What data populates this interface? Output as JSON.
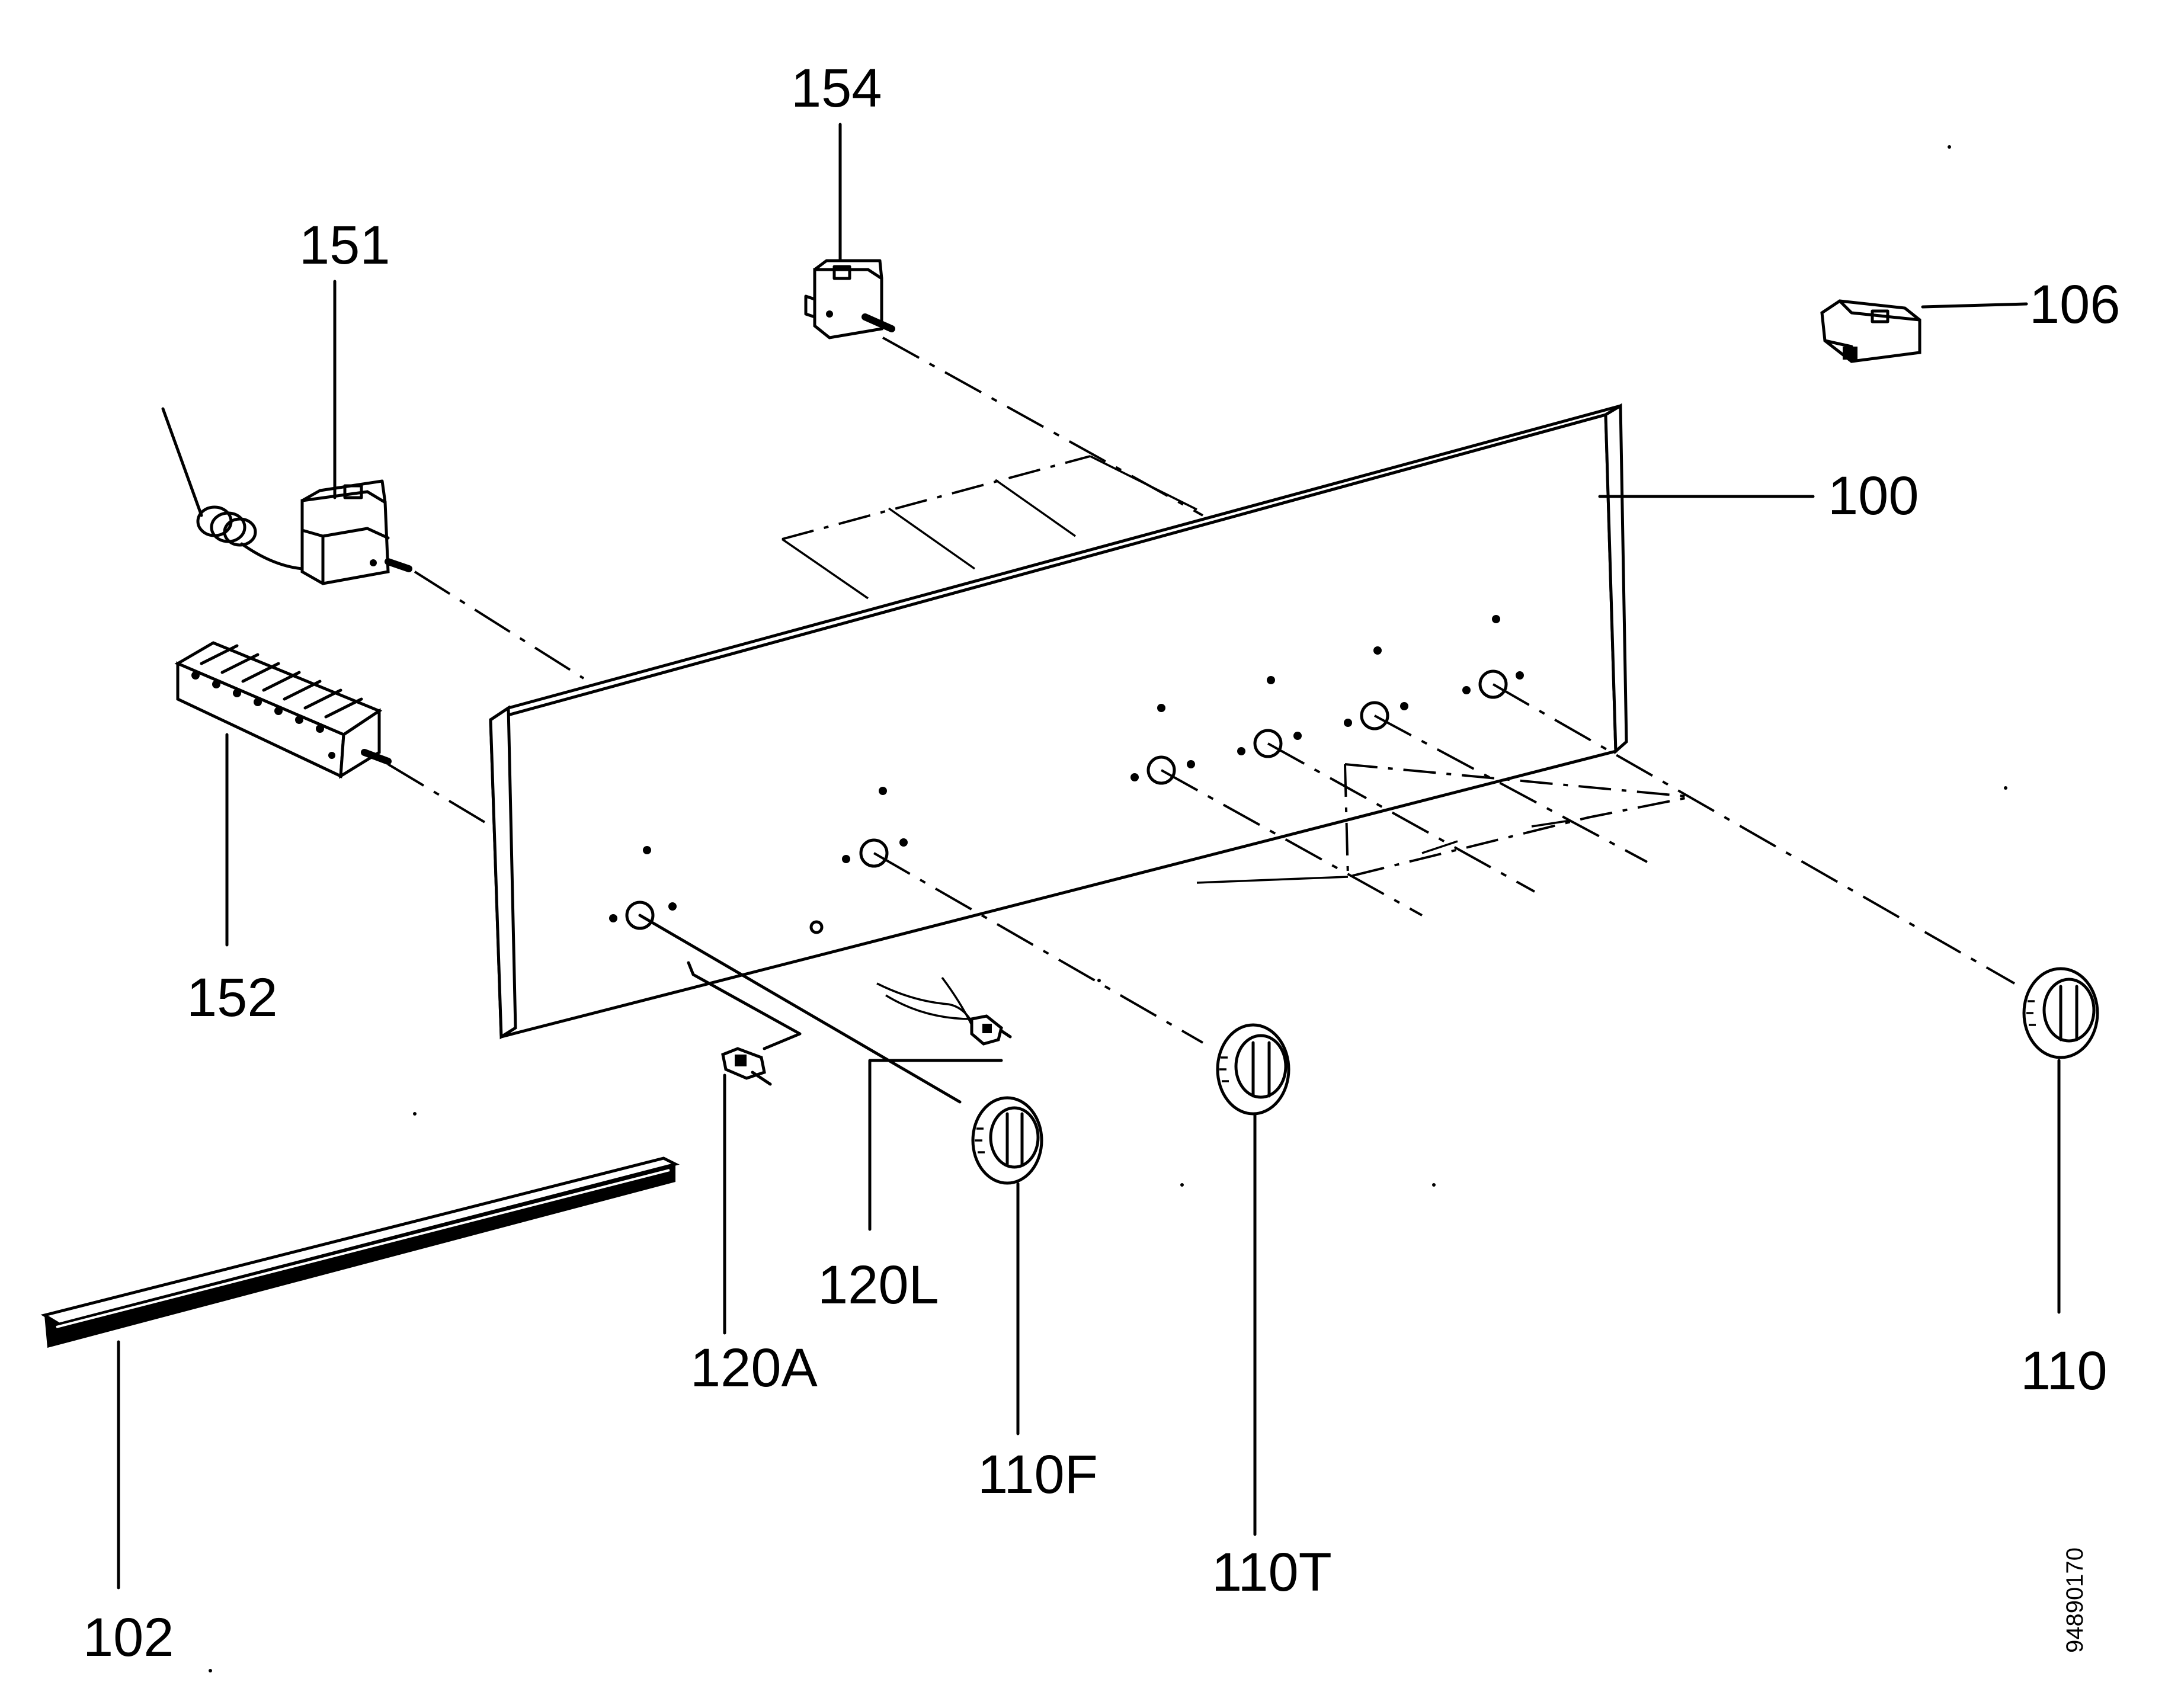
{
  "labels": {
    "p100": "100",
    "p102": "102",
    "p106": "106",
    "p110": "110",
    "p110F": "110F",
    "p110T": "110T",
    "p120A": "120A",
    "p120L": "120L",
    "p151": "151",
    "p152": "152",
    "p154": "154"
  },
  "document_id": "94890170"
}
